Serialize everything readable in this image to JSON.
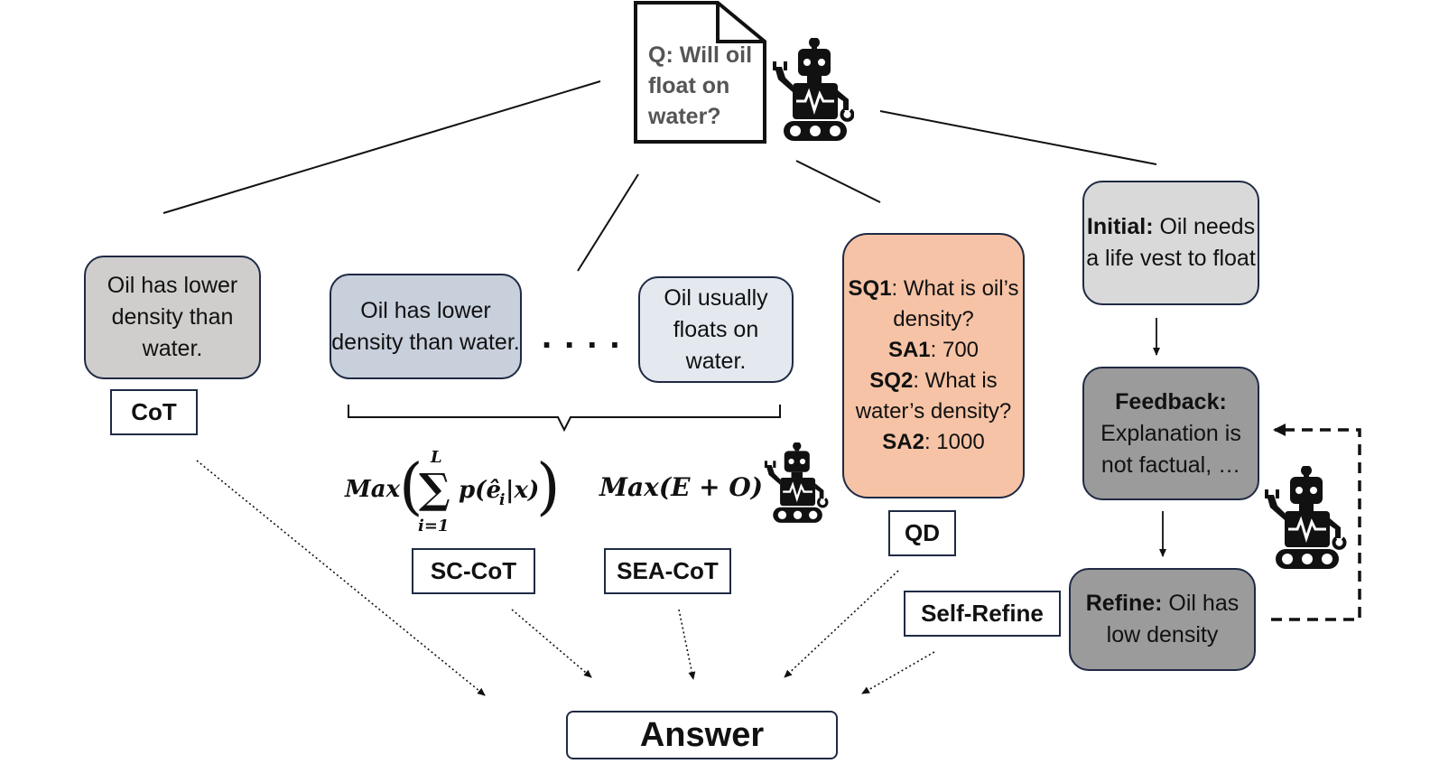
{
  "question": {
    "text": "Q: Will oil float on water?"
  },
  "cot": {
    "rationale": "Oil has lower density than water.",
    "label": "CoT"
  },
  "sc_cot": {
    "rationale_1": "Oil has lower density than water.",
    "rationale_n": "Oil usually floats on water.",
    "ellipsis": "....",
    "formula_max": "Max",
    "formula_sum": "∑",
    "formula_upper": "L",
    "formula_lower": "i=1",
    "formula_term": "p(ê",
    "formula_sub": "i",
    "formula_tail": "|x)",
    "label": "SC-CoT"
  },
  "sea_cot": {
    "formula": "Max(E + O)",
    "label": "SEA-CoT"
  },
  "qd": {
    "sq1_key": "SQ1",
    "sq1_text": ": What is oil’s density?",
    "sa1_key": "SA1",
    "sa1_text": ": 700",
    "sq2_key": "SQ2",
    "sq2_text": ": What is water’s density?",
    "sa2_key": "SA2",
    "sa2_text": ": 1000",
    "label": "QD"
  },
  "self_refine": {
    "initial_key": "Initial:",
    "initial_text": " Oil needs a life vest to float",
    "feedback_key": "Feedback:",
    "feedback_text": " Explanation is not factual, …",
    "refine_key": "Refine:",
    "refine_text": " Oil has low density",
    "label": "Self-Refine"
  },
  "answer": {
    "label": "Answer"
  },
  "colors": {
    "cot_box": "#d0cecd",
    "sc_box_1": "#c8d0dc",
    "sc_box_n": "#e4e9f0",
    "qd_box": "#f6c3a6",
    "initial_box": "#d9d9d9",
    "feedback_box": "#9b9b9b",
    "refine_box": "#9b9b9b",
    "border": "#1f2a44"
  },
  "icons": [
    "document-icon",
    "robot-icon"
  ]
}
